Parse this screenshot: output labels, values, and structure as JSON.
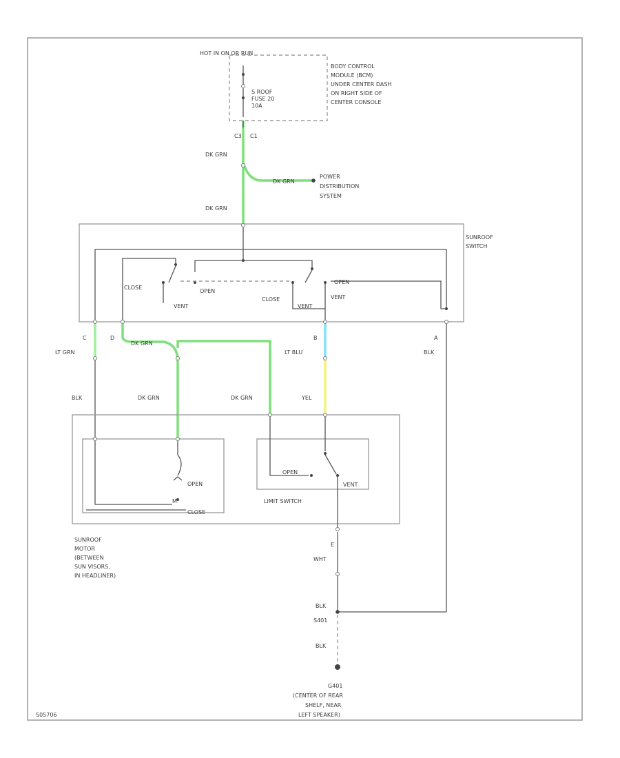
{
  "colors": {
    "dk_grn": "#7ee07a",
    "lt_grn": "#9ef09a",
    "lt_blu": "#7fe3ff",
    "yel": "#f4f27a",
    "wire": "#555555",
    "frame": "#999999"
  },
  "top": {
    "hot_label": "HOT IN ON OR RUN",
    "bcm_label": [
      "BODY CONTROL",
      "MODULE (BCM)",
      "UNDER CENTER DASH",
      "ON RIGHT SIDE OF",
      "CENTER CONSOLE"
    ],
    "fuse_label": [
      "S ROOF",
      "FUSE 20",
      "10A"
    ],
    "connector_left": "C3",
    "connector_right": "C1"
  },
  "wires": {
    "dk_grn_1": "DK GRN",
    "dk_grn_2": "DK GRN",
    "dk_grn_pd": "DK GRN",
    "dk_grn_d": "DK GRN",
    "dk_grn_m1": "DK GRN",
    "dk_grn_m2": "DK GRN",
    "lt_grn": "LT GRN",
    "lt_blu": "LT BLU",
    "blk_a": "BLK",
    "blk_left": "BLK",
    "yel": "YEL",
    "wht": "WHT",
    "blk_g1": "BLK",
    "blk_g2": "BLK",
    "s401": "S401"
  },
  "power_distribution": [
    "POWER",
    "DISTRIBUTION",
    "SYSTEM"
  ],
  "sunroof_switch": {
    "label": [
      "SUNROOF",
      "SWITCH"
    ],
    "close_1": "CLOSE",
    "open": "OPEN",
    "close_2": "CLOSE",
    "vent": "VENT",
    "open_2": "OPEN",
    "vent_lab": "VENT",
    "vent_lab2": "VENT",
    "pin_c": "C",
    "pin_d": "D",
    "pin_b": "B",
    "pin_a": "A"
  },
  "motor": {
    "open_label": "OPEN",
    "close_label": "CLOSE",
    "m_label": "M",
    "limit_open": "OPEN",
    "limit_vent": "VENT",
    "limit_switch": "LIMIT SWITCH",
    "motor_label": [
      "SUNROOF",
      "MOTOR",
      "(BETWEEN",
      "SUN VISORS,",
      "IN HEADLINER)"
    ],
    "pin_e": "E"
  },
  "ground": {
    "label": [
      "G401",
      "(CENTER OF REAR",
      "SHELF, NEAR",
      "LEFT SPEAKER)"
    ]
  },
  "figure_code": "S05706"
}
